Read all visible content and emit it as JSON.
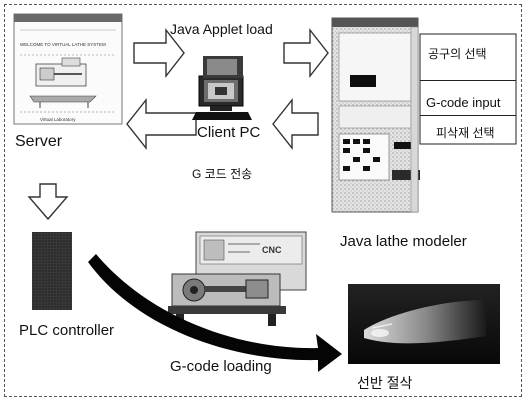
{
  "labels": {
    "applet_load": "Java Applet load",
    "client_pc": "Client PC",
    "server": "Server",
    "g_code_transfer": "G 코드 전송",
    "lathe_modeler": "Java lathe modeler",
    "plc_controller": "PLC controller",
    "g_code_loading": "G-code loading",
    "lathe_cutting": "선반 절삭"
  },
  "menu": {
    "tool_select": "공구의 선택",
    "gcode_input": "G-code input",
    "workpiece_select": "피삭재 선택"
  },
  "cnc_panel": {
    "brand": "CNC"
  },
  "server_page": {
    "heading": "WELCOME TO VIRTUAL LATHE SYSTEM",
    "footer": "Virtual Laboratory"
  }
}
